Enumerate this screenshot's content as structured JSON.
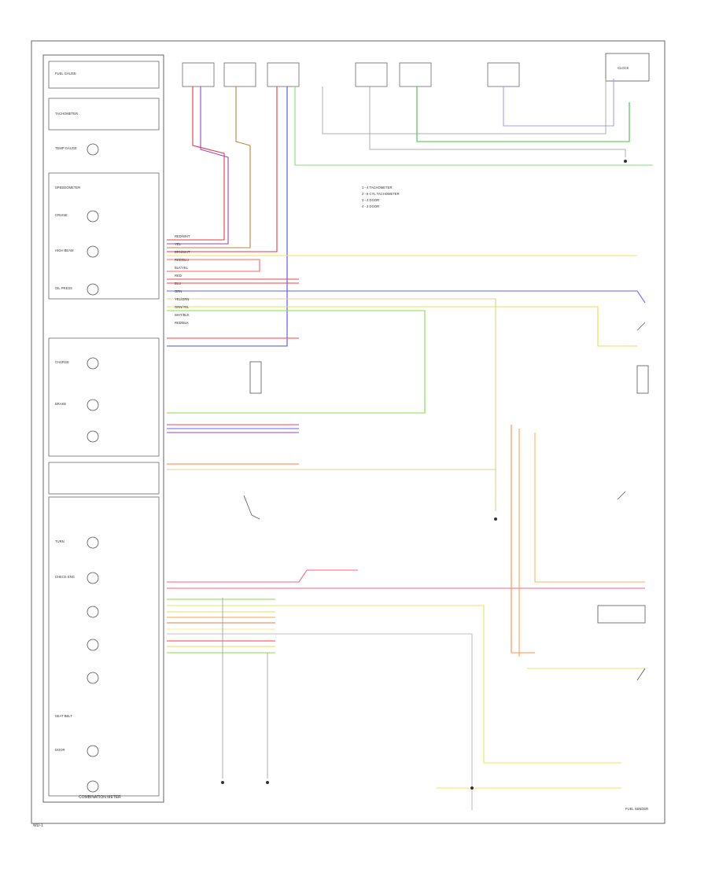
{
  "title": "",
  "cluster": {
    "label": "COMBINATION METER",
    "panel_tags": [
      "FUEL GAUGE",
      "TACHOMETER",
      "TEMP GAUGE",
      "SPEEDOMETER",
      "CRUISE",
      "HIGH BEAM",
      "OIL PRESS",
      "CHARGE",
      "BRAKE",
      "TURN",
      "CHECK ENG",
      "SEAT BELT",
      "DOOR"
    ]
  },
  "legend": {
    "items": [
      "1 - 4 TACHOMETER",
      "2 - 6 CYL TACHOMETER",
      "3 - 4 DOOR",
      "4 - 2 DOOR"
    ]
  },
  "wires": [
    {
      "color": "RED/WHT"
    },
    {
      "color": "YEL"
    },
    {
      "color": "BRN/WHT"
    },
    {
      "color": "RED/BLU"
    },
    {
      "color": "BLK/YEL"
    },
    {
      "color": "RED"
    },
    {
      "color": "BLU"
    },
    {
      "color": "GRN"
    },
    {
      "color": "YEL/GRN"
    },
    {
      "color": "GRN/YEL"
    },
    {
      "color": "WHT/BLK"
    },
    {
      "color": "RED/BLK"
    }
  ],
  "connectors": {
    "right_top": "CLOCK",
    "fuel_sender": "FUEL SENDER"
  },
  "footer": {
    "code": "WD-1"
  }
}
